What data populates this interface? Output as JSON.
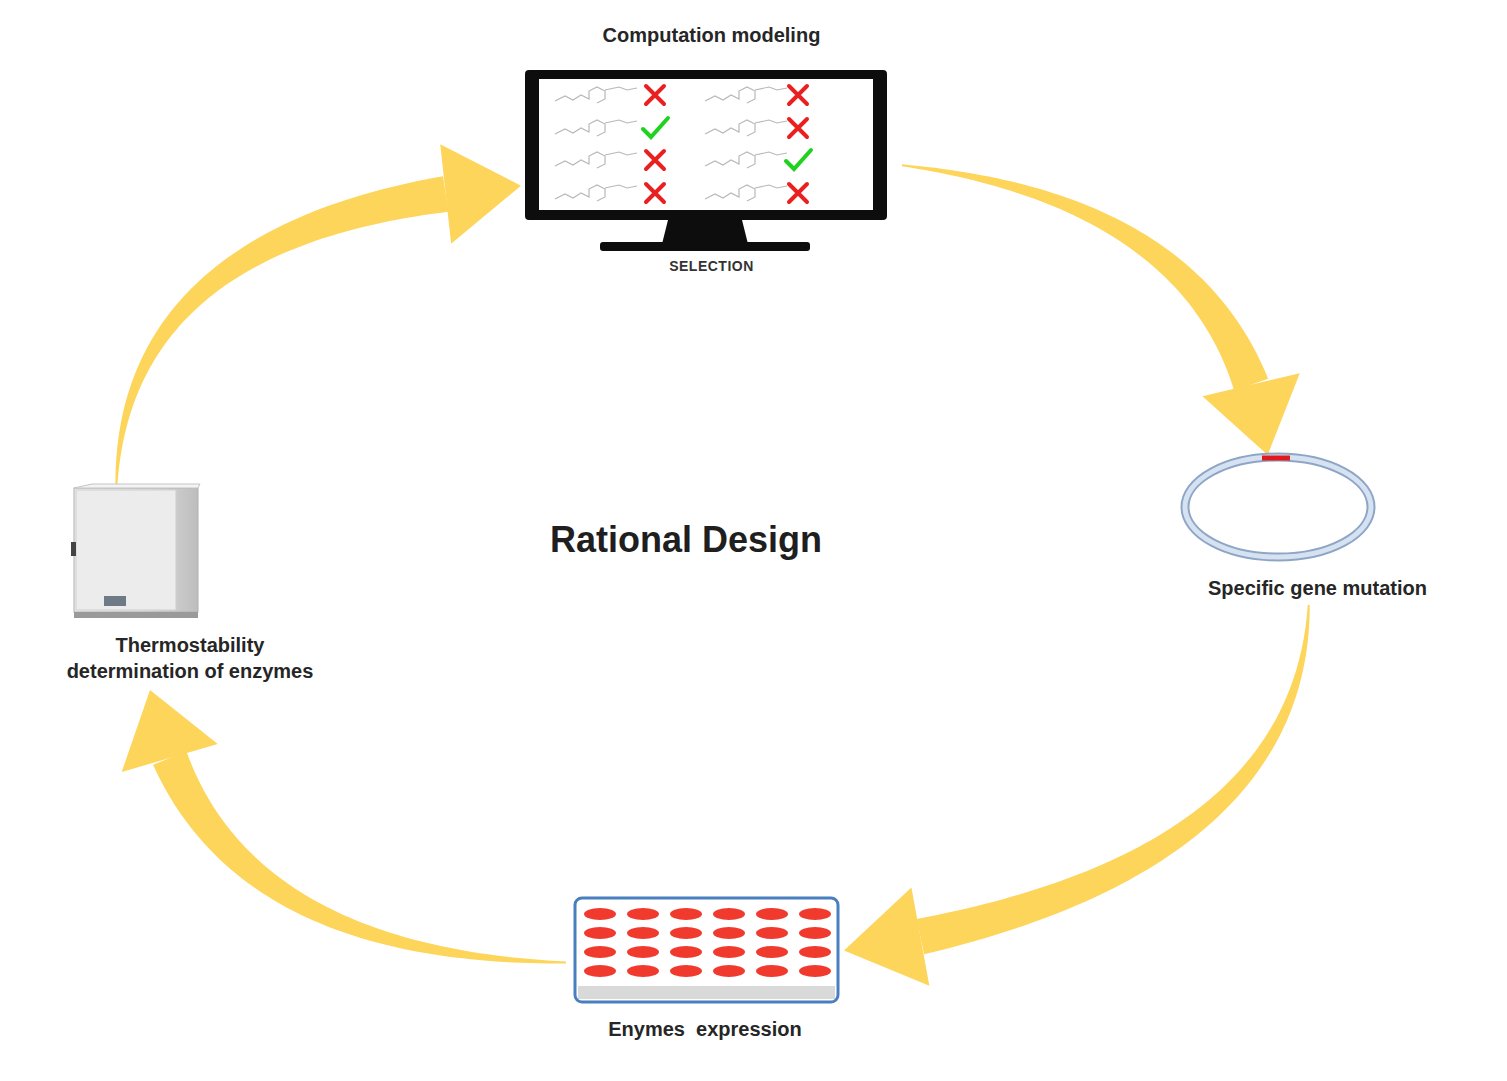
{
  "diagram": {
    "title": "Rational Design",
    "nodes": [
      {
        "text": [
          "Computation modeling",
          "SELECTION"
        ]
      },
      {
        "text": [
          "Specific gene mutation"
        ]
      },
      {
        "text": [
          "Enymes  expression"
        ]
      },
      {
        "text": [
          "Thermostability determination of enzymes"
        ]
      }
    ],
    "edges": [
      {
        "from": 0,
        "to": 1,
        "arrow": "to"
      },
      {
        "from": 1,
        "to": 2,
        "arrow": "to"
      },
      {
        "from": 2,
        "to": 3,
        "arrow": "to"
      },
      {
        "from": 3,
        "to": 0,
        "arrow": "to"
      }
    ]
  }
}
